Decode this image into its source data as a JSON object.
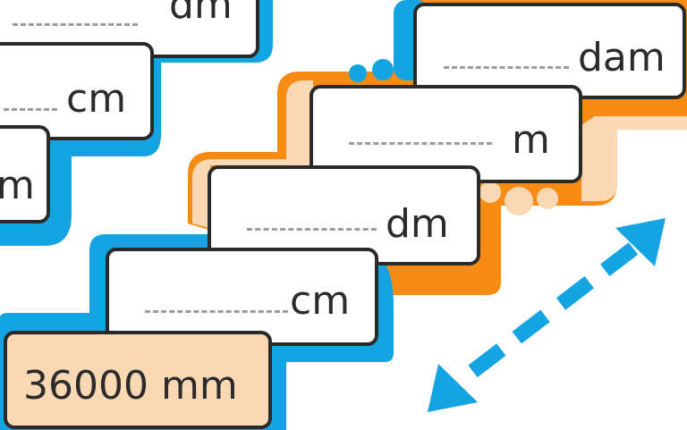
{
  "colors": {
    "blue": "#15a4e2",
    "orange": "#f78b13",
    "peach": "#fbd8b4",
    "ink": "#2a2a2a"
  },
  "start_value": "36000 mm",
  "left_staircase": {
    "steps": [
      {
        "unit": "dm"
      },
      {
        "unit": "cm"
      },
      {
        "unit": "m"
      }
    ]
  },
  "main_staircase": {
    "steps": [
      {
        "unit": "cm"
      },
      {
        "unit": "dm"
      },
      {
        "unit": "m"
      },
      {
        "unit": "dam"
      }
    ]
  },
  "icons": {
    "arrow": "double-headed-dashed-arrow-icon"
  }
}
